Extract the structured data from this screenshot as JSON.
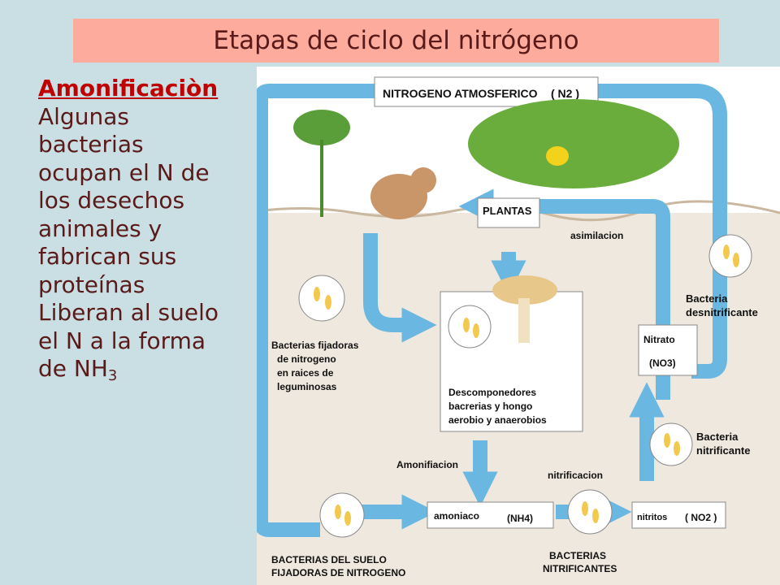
{
  "title": "Etapas de ciclo del nitrógeno",
  "left_panel": {
    "heading": "Amonificaciòn",
    "lines": [
      " Algunas",
      "bacterias",
      "ocupan el N de",
      "los desechos",
      "animales y",
      "fabrican sus",
      "proteínas",
      "Liberan al suelo",
      "el N a la forma"
    ],
    "last_line_prefix": "de NH",
    "last_line_sub": "3"
  },
  "diagram": {
    "atmosferico": "NITROGENO ATMOSFERICO",
    "n2": "( N2 )",
    "plantas": "PLANTAS",
    "asimilacion": "asimilacion",
    "bacteria_desnitrificante": [
      "Bacteria",
      "desnitrificante"
    ],
    "nitrato": "Nitrato",
    "no3": "(NO3)",
    "fijadoras": [
      "Bacterias fijadoras",
      "de nitrogeno",
      "en raices de",
      "leguminosas"
    ],
    "descomponedores": [
      "Descomponedores",
      "bacrerias y hongo",
      "aerobio y anaerobios"
    ],
    "bacteria_nitrificante": [
      "Bacteria",
      "nitrificante"
    ],
    "amonificacion": "Amonifiacion",
    "nitrificacion": "nitrificacion",
    "amoniaco": "amoniaco",
    "nh4": "(NH4)",
    "nitritos": "nitritos",
    "no2": "( NO2 )",
    "suelo": [
      "BACTERIAS DEL SUELO",
      "FIJADORAS DE NITROGENO"
    ],
    "nitrificantes": [
      "BACTERIAS",
      "NITRIFICANTES"
    ]
  },
  "colors": {
    "sky": "#ffffff",
    "soil": "#efe8de",
    "arrow": "#6ab7e2",
    "title_bg": "#fcab9c",
    "text": "#5a1a1a"
  }
}
